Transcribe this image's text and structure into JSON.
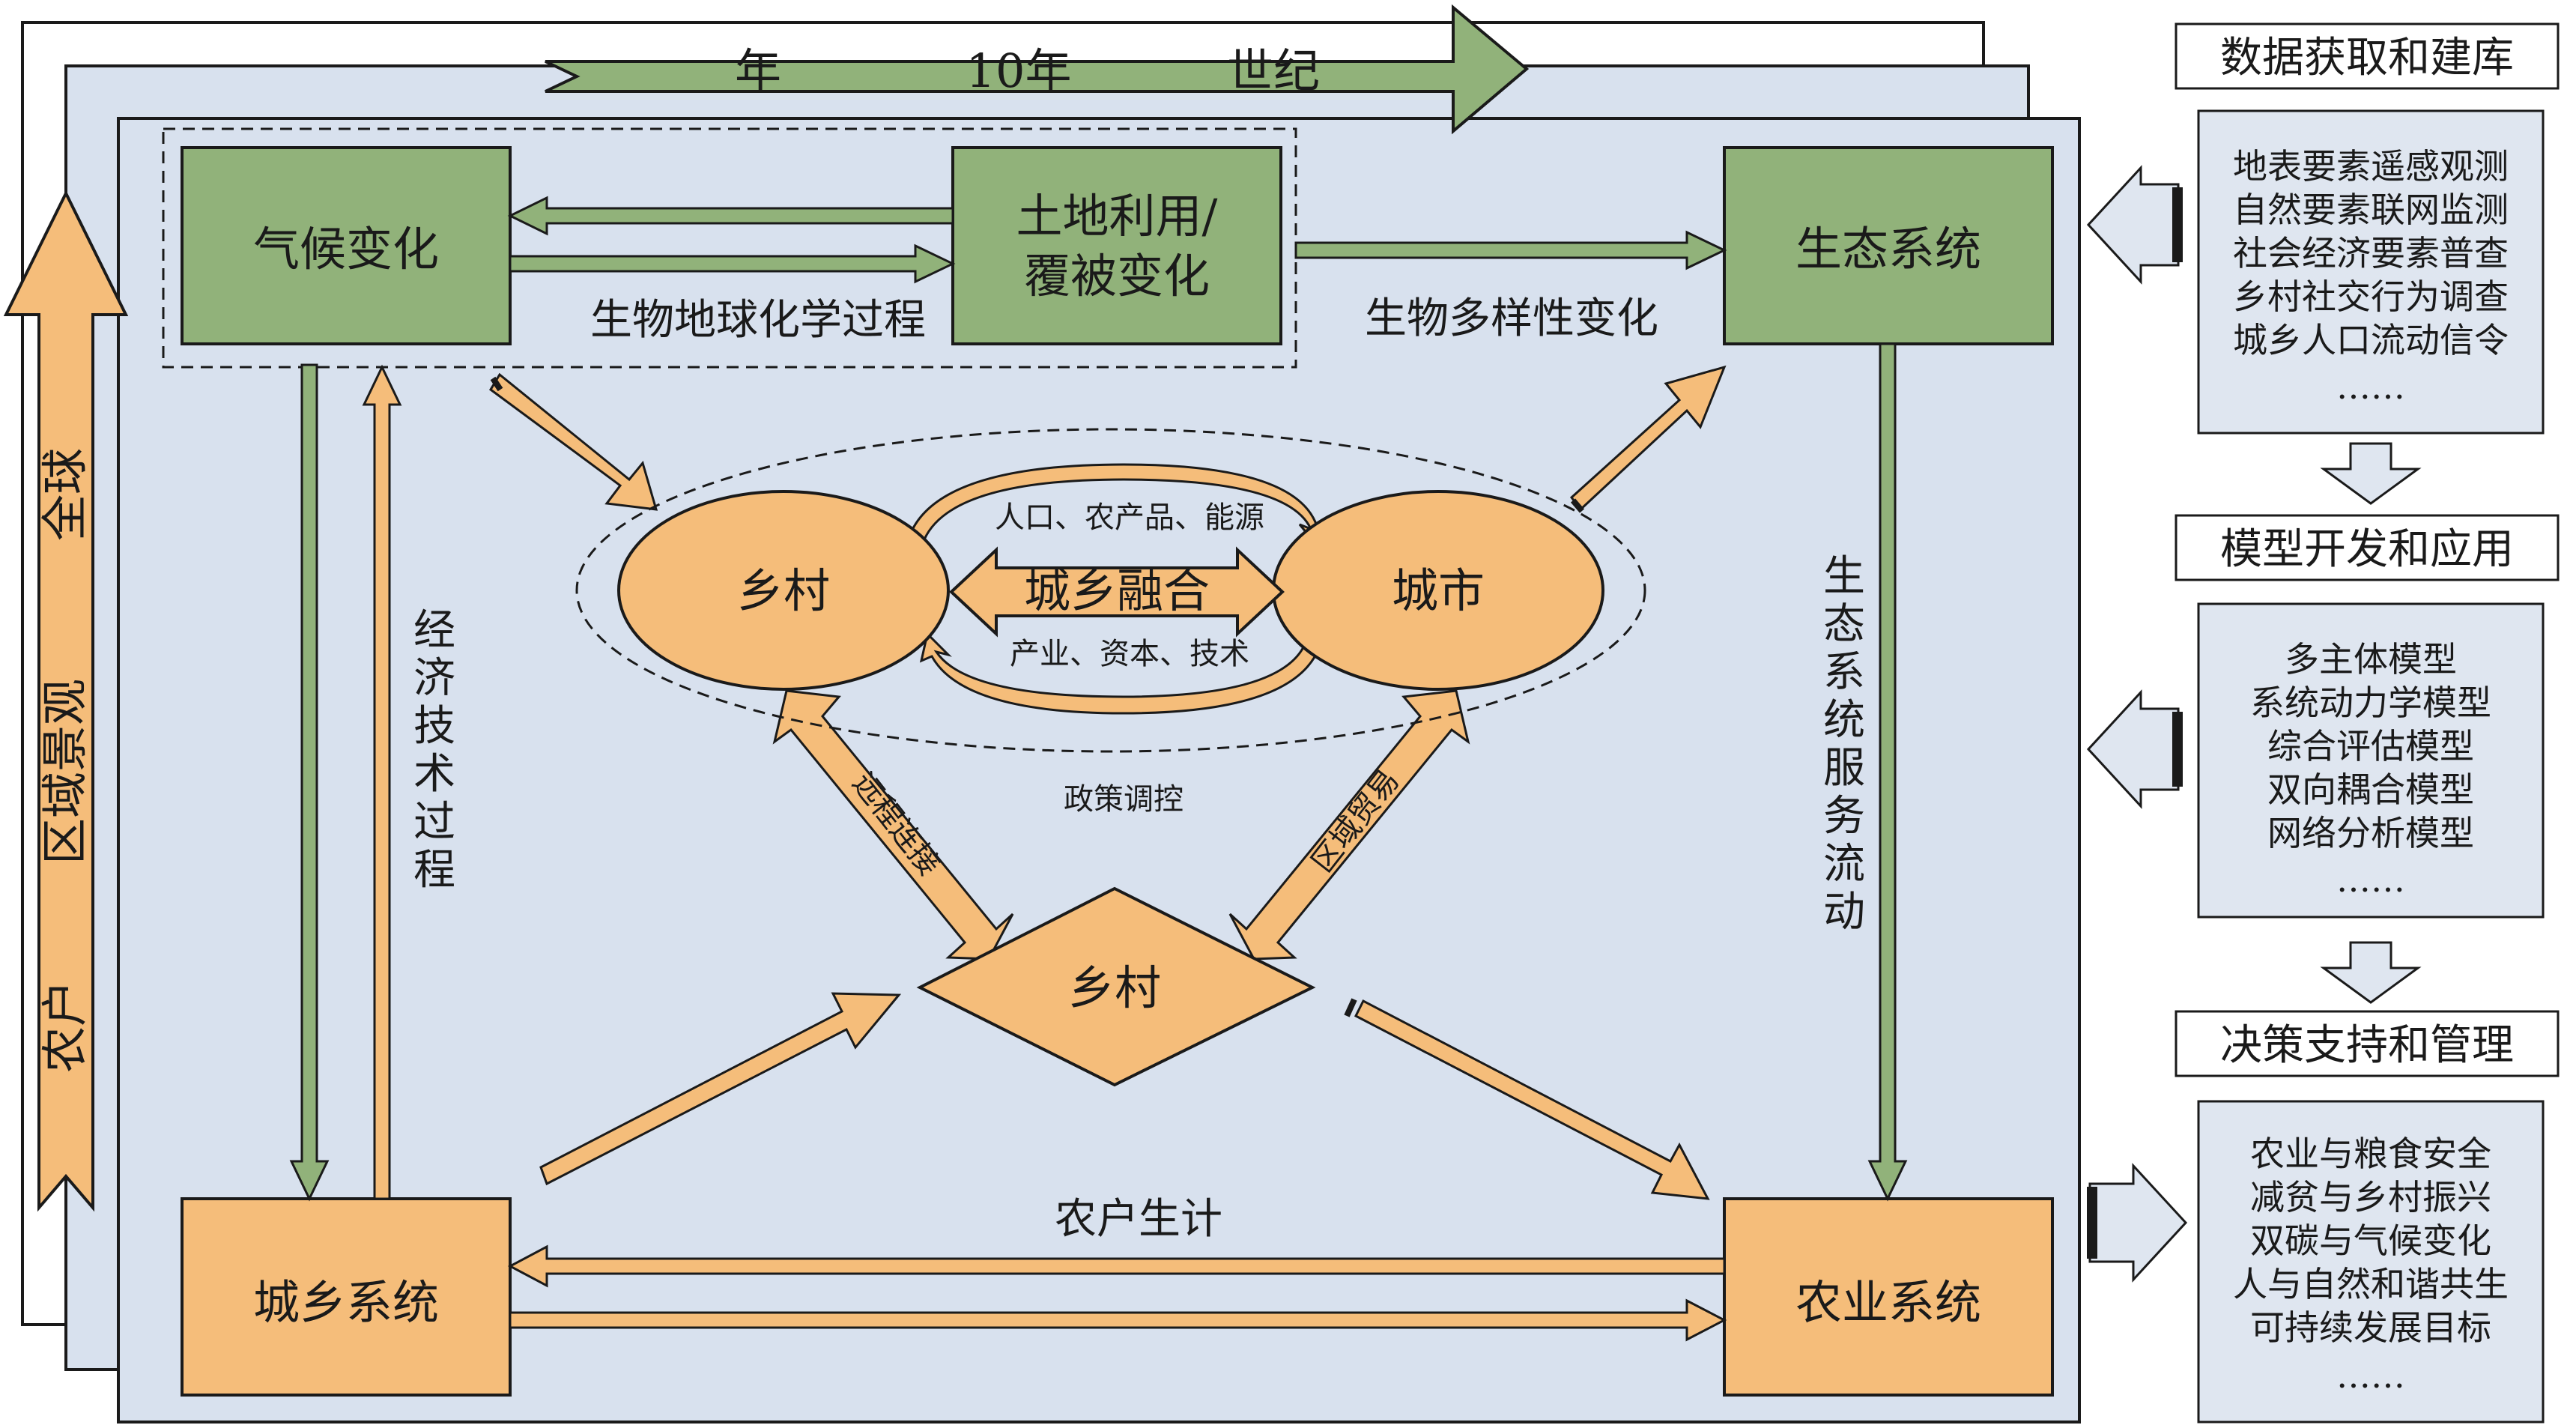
{
  "colors": {
    "green_box": "#91b27a",
    "orange_box": "#f5bd7a",
    "panel_fill": "#d8e1ee",
    "side_fill": "#dfe6f0",
    "dark": "#1a1a1a"
  },
  "timeline": {
    "word1": "年",
    "word2": "10年",
    "word3": "世纪"
  },
  "scale_axis": {
    "label1": "农户",
    "label2": "区域景观",
    "label3": "全球"
  },
  "boxes": {
    "climate": "气候变化",
    "landuse_line1": "土地利用/",
    "landuse_line2": "覆被变化",
    "ecosystem": "生态系统",
    "urban_rural": "城乡系统",
    "agriculture": "农业系统"
  },
  "labels": {
    "biogeochemical": "生物地球化学过程",
    "biodiversity": "生物多样性变化",
    "econ_tech": [
      "经",
      "济",
      "技",
      "术",
      "过",
      "程"
    ],
    "eco_service": [
      "生",
      "态",
      "系",
      "统",
      "服",
      "务",
      "流",
      "动"
    ],
    "policy": "政策调控",
    "livelihood": "农户生计"
  },
  "center": {
    "rural": "乡村",
    "city": "城市",
    "fusion": "城乡融合",
    "top_flow": "人口、农产品、能源",
    "bottom_flow": "产业、资本、技术",
    "diamond": "乡村",
    "remote": "远程连接",
    "trade": "区域贸易"
  },
  "sidebar": {
    "data_title": "数据获取和建库",
    "data_items": [
      "地表要素遥感观测",
      "自然要素联网监测",
      "社会经济要素普查",
      "乡村社交行为调查",
      "城乡人口流动信令",
      "……"
    ],
    "model_title": "模型开发和应用",
    "model_items": [
      "多主体模型",
      "系统动力学模型",
      "综合评估模型",
      "双向耦合模型",
      "网络分析模型",
      "……"
    ],
    "decision_title": "决策支持和管理",
    "decision_items": [
      "农业与粮食安全",
      "减贫与乡村振兴",
      "双碳与气候变化",
      "人与自然和谐共生",
      "可持续发展目标",
      "……"
    ]
  }
}
